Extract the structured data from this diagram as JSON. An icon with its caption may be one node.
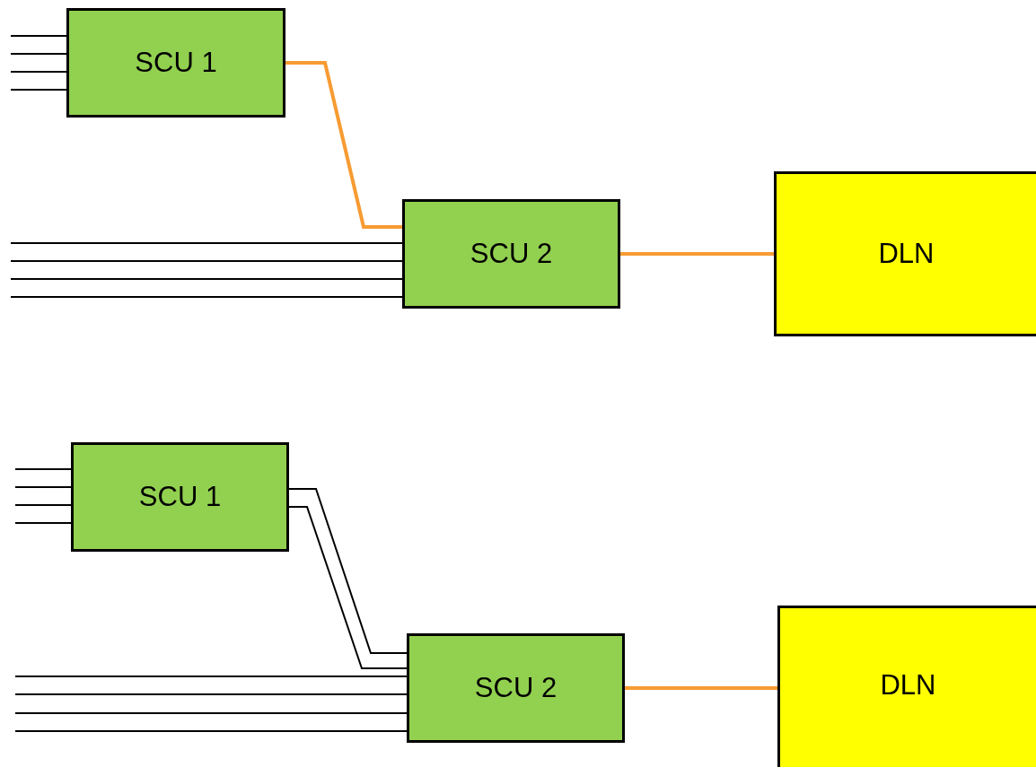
{
  "diagram": {
    "nodes": [
      {
        "text": [
          "SCU 1"
        ]
      },
      {
        "text": [
          "SCU 2"
        ]
      },
      {
        "text": [
          "DLN"
        ]
      },
      {
        "text": [
          "SCU 1"
        ]
      },
      {
        "text": [
          "SCU 2"
        ]
      },
      {
        "text": [
          "DLN"
        ]
      }
    ],
    "edges": [
      {
        "from": null,
        "to": 0,
        "arrow": "none"
      },
      {
        "from": null,
        "to": 0,
        "arrow": "none"
      },
      {
        "from": null,
        "to": 0,
        "arrow": "none"
      },
      {
        "from": null,
        "to": 0,
        "arrow": "none"
      },
      {
        "from": 0,
        "to": 1,
        "arrow": "none",
        "style": "thick",
        "color": "#f79b32"
      },
      {
        "from": null,
        "to": 1,
        "arrow": "none"
      },
      {
        "from": null,
        "to": 1,
        "arrow": "none"
      },
      {
        "from": null,
        "to": 1,
        "arrow": "none"
      },
      {
        "from": null,
        "to": 1,
        "arrow": "none"
      },
      {
        "from": 1,
        "to": 2,
        "arrow": "none",
        "style": "thick",
        "color": "#f79b32"
      },
      {
        "from": null,
        "to": 3,
        "arrow": "none"
      },
      {
        "from": null,
        "to": 3,
        "arrow": "none"
      },
      {
        "from": null,
        "to": 3,
        "arrow": "none"
      },
      {
        "from": null,
        "to": 3,
        "arrow": "none"
      },
      {
        "from": 3,
        "to": 4,
        "arrow": "none"
      },
      {
        "from": 3,
        "to": 4,
        "arrow": "none"
      },
      {
        "from": null,
        "to": 4,
        "arrow": "none"
      },
      {
        "from": null,
        "to": 4,
        "arrow": "none"
      },
      {
        "from": null,
        "to": 4,
        "arrow": "none"
      },
      {
        "from": null,
        "to": 4,
        "arrow": "none"
      },
      {
        "from": 4,
        "to": 5,
        "arrow": "none",
        "style": "thick",
        "color": "#f79b32"
      }
    ]
  }
}
